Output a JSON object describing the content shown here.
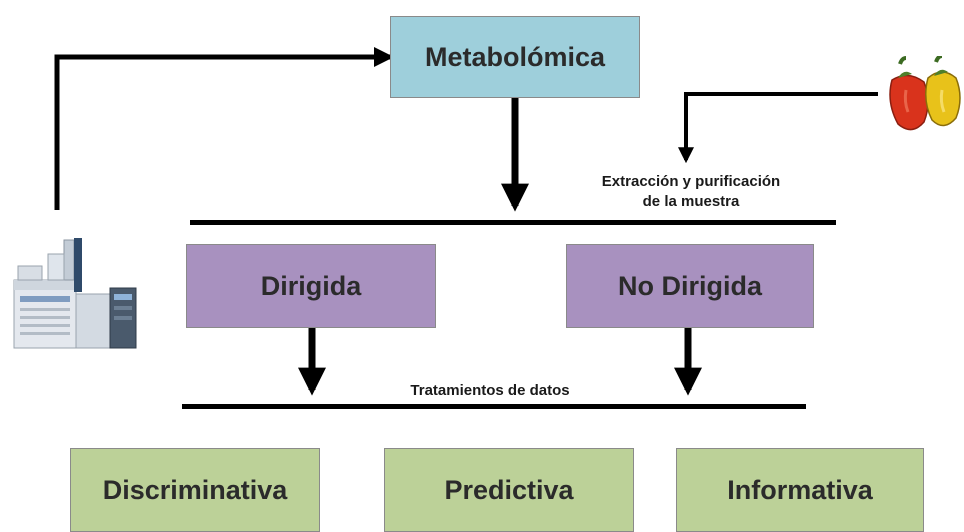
{
  "diagram": {
    "top_box": "Metabolómica",
    "extraction_label_line1": "Extracción y purificación",
    "extraction_label_line2": "de la muestra",
    "middle_boxes": [
      "Dirigida",
      "No Dirigida"
    ],
    "data_label": "Tratamientos de datos",
    "bottom_boxes": [
      "Discriminativa",
      "Predictiva",
      "Informativa"
    ],
    "colors": {
      "top_box": "#9ecfdb",
      "middle_boxes": "#a891bf",
      "bottom_boxes": "#bcd198",
      "pepper_red": "#d9331c",
      "pepper_yellow": "#e8c21a"
    },
    "icons": {
      "instrument": "analytical-instrument-icon",
      "peppers": "pepper-icon"
    }
  }
}
